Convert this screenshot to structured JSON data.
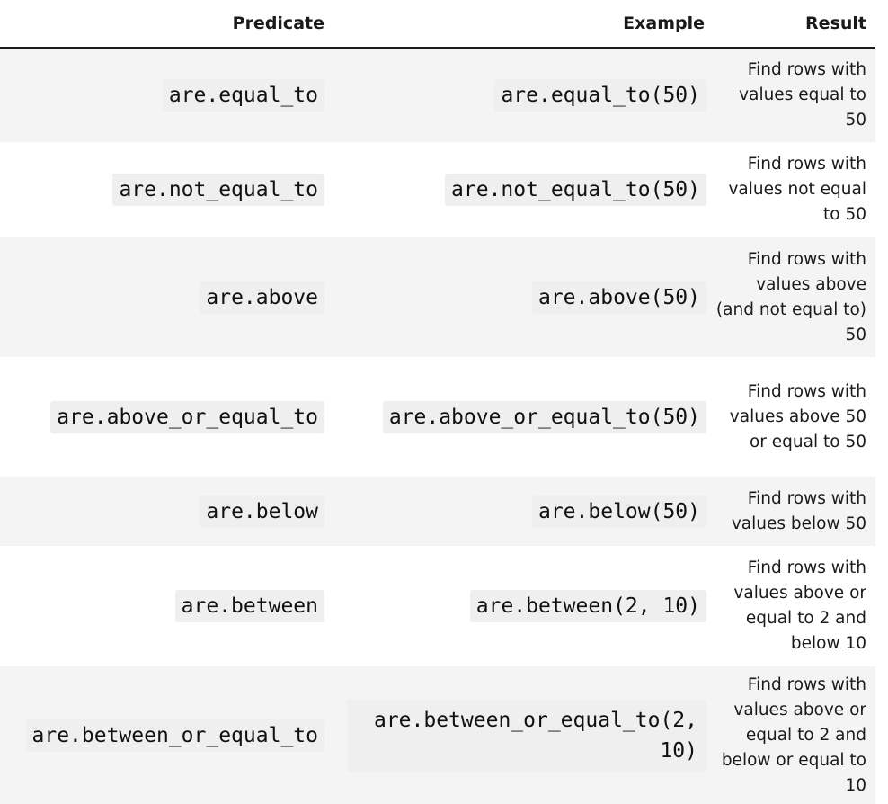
{
  "headers": {
    "predicate": "Predicate",
    "example": "Example",
    "result": "Result"
  },
  "rows": [
    {
      "predicate": "are.equal_to",
      "example": "are.equal_to(50)",
      "result": "Find rows with values equal to 50"
    },
    {
      "predicate": "are.not_equal_to",
      "example": "are.not_equal_to(50)",
      "result": "Find rows with values not equal to 50"
    },
    {
      "predicate": "are.above",
      "example": "are.above(50)",
      "result": "Find rows with values above (and not equal to) 50"
    },
    {
      "predicate": "are.above_or_equal_to",
      "example": "are.above_or_equal_to(50)",
      "result": "Find rows with values above 50 or equal to 50"
    },
    {
      "predicate": "are.below",
      "example": "are.below(50)",
      "result": "Find rows with values below 50"
    },
    {
      "predicate": "are.between",
      "example": "are.between(2, 10)",
      "result": "Find rows with values above or equal to 2 and below 10"
    },
    {
      "predicate": "are.between_or_equal_to",
      "example": "are.between_or_equal_to(2, 10)",
      "result": "Find rows with values above or equal to 2 and below or equal to 10"
    }
  ]
}
